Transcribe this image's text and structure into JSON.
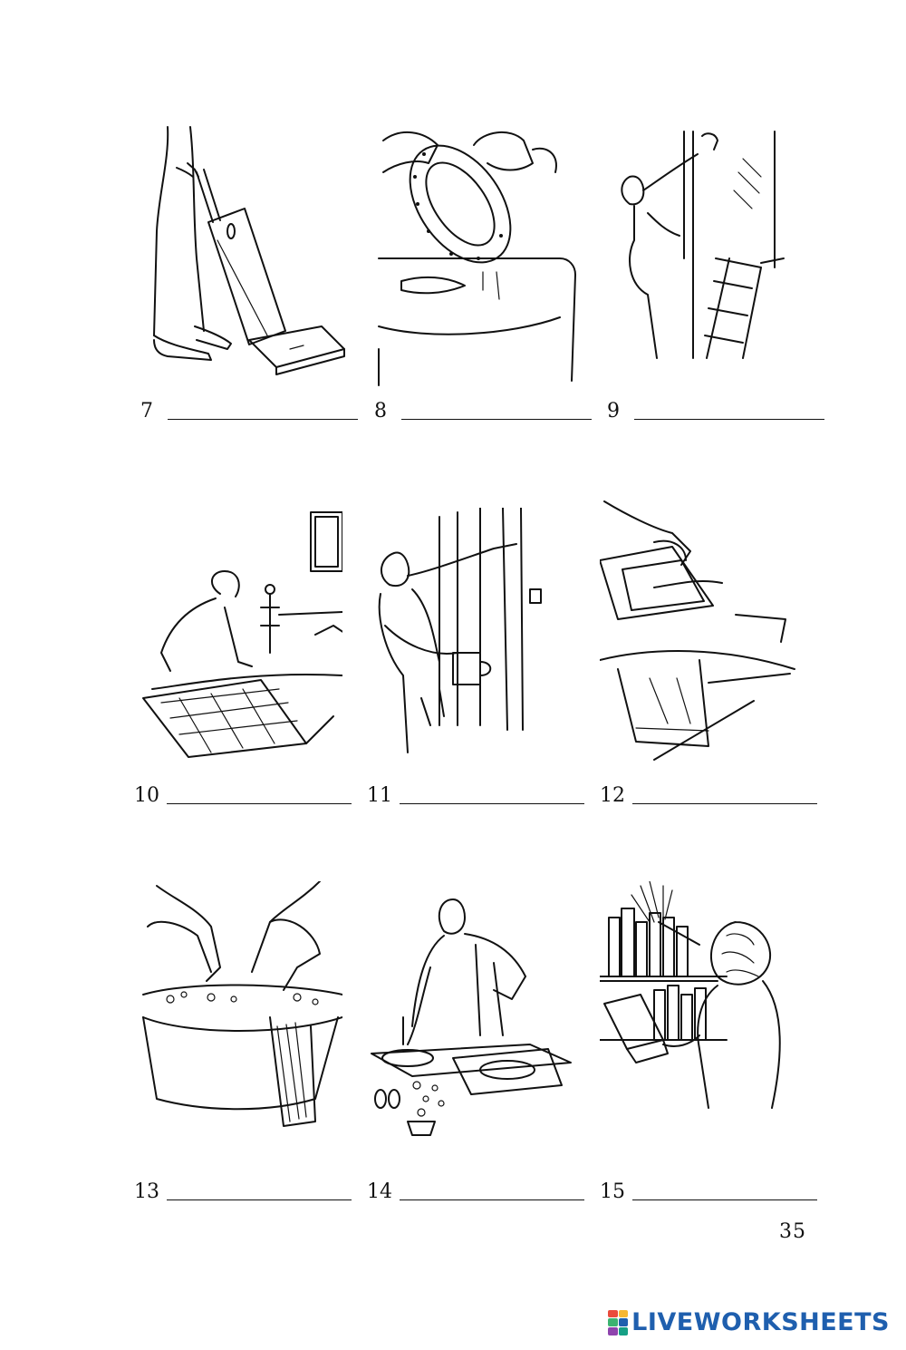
{
  "exercises": [
    {
      "number": "7",
      "icon": "vacuum-cleaning-icon"
    },
    {
      "number": "8",
      "icon": "washing-dishes-icon"
    },
    {
      "number": "9",
      "icon": "washing-windows-icon"
    },
    {
      "number": "10",
      "icon": "making-bed-icon"
    },
    {
      "number": "11",
      "icon": "painting-wall-icon"
    },
    {
      "number": "12",
      "icon": "ironing-icon"
    },
    {
      "number": "13",
      "icon": "hand-washing-clothes-icon"
    },
    {
      "number": "14",
      "icon": "setting-table-icon"
    },
    {
      "number": "15",
      "icon": "dusting-shelves-icon"
    }
  ],
  "page_number": "35",
  "brand": {
    "name": "LIVEWORKSHEETS",
    "color": "#1f5fae",
    "mark_colors": [
      "#e94b3c",
      "#f7b733",
      "#3cb371",
      "#1f5fae",
      "#8e44ad",
      "#16a085"
    ]
  }
}
